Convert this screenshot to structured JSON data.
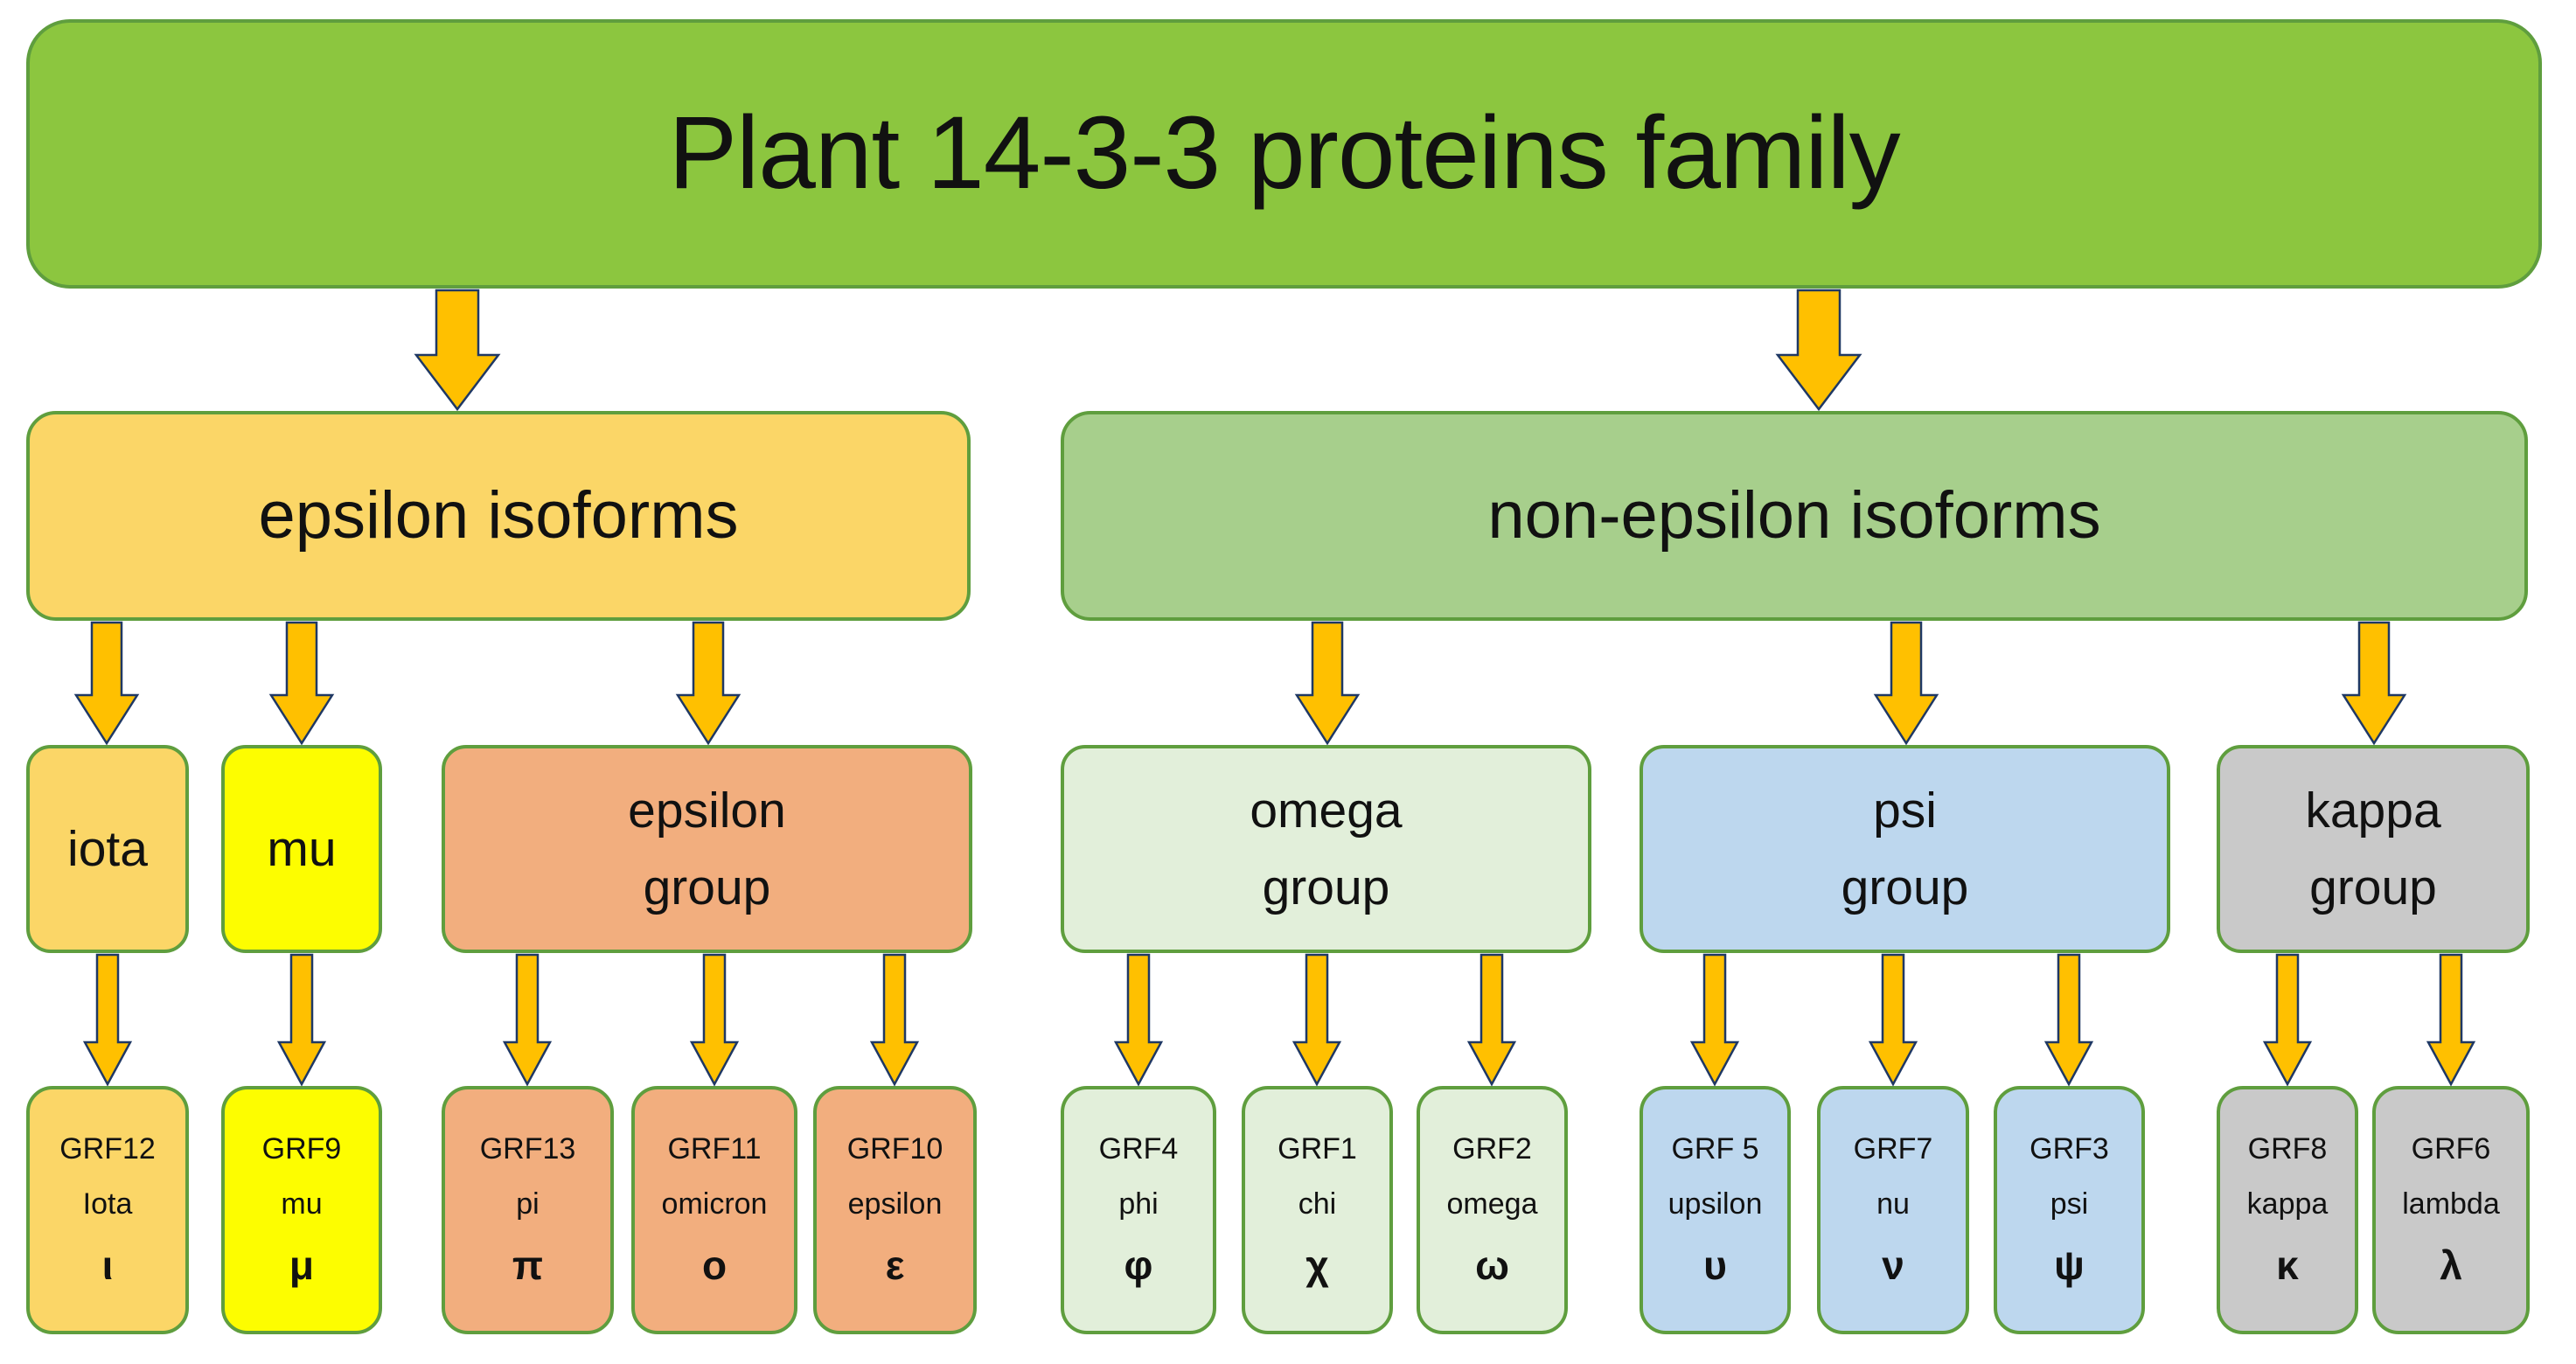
{
  "diagram": {
    "root": {
      "label": "Plant 14-3-3 proteins family"
    },
    "branches": [
      {
        "label": "epsilon isoforms"
      },
      {
        "label": "non-epsilon isoforms"
      }
    ],
    "groups": [
      {
        "lines": [
          "iota"
        ]
      },
      {
        "lines": [
          "mu"
        ]
      },
      {
        "lines": [
          "epsilon",
          "group"
        ]
      },
      {
        "lines": [
          "omega",
          "group"
        ]
      },
      {
        "lines": [
          "psi",
          "group"
        ]
      },
      {
        "lines": [
          "kappa",
          "group"
        ]
      }
    ],
    "proteins": [
      {
        "grf": "GRF12",
        "name": "Iota",
        "letter": "ι"
      },
      {
        "grf": "GRF9",
        "name": "mu",
        "letter": "μ"
      },
      {
        "grf": "GRF13",
        "name": "pi",
        "letter": "π"
      },
      {
        "grf": "GRF11",
        "name": "omicron",
        "letter": "ο"
      },
      {
        "grf": "GRF10",
        "name": "epsilon",
        "letter": "ε"
      },
      {
        "grf": "GRF4",
        "name": "phi",
        "letter": "φ"
      },
      {
        "grf": "GRF1",
        "name": "chi",
        "letter": "χ"
      },
      {
        "grf": "GRF2",
        "name": "omega",
        "letter": "ω"
      },
      {
        "grf": "GRF 5",
        "name": "upsilon",
        "letter": "υ"
      },
      {
        "grf": "GRF7",
        "name": "nu",
        "letter": "ν"
      },
      {
        "grf": "GRF3",
        "name": "psi",
        "letter": "ψ"
      },
      {
        "grf": "GRF8",
        "name": "kappa",
        "letter": "κ"
      },
      {
        "grf": "GRF6",
        "name": "lambda",
        "letter": "λ"
      }
    ]
  },
  "colors": {
    "root_green": "#8CC63F",
    "branch_green": "#A7CF8C",
    "gold": "#FBD667",
    "yellow": "#FDFD00",
    "salmon": "#F2AE7E",
    "pale_green": "#E2EFDA",
    "light_blue": "#BDD7EE",
    "gray": "#C9C9C9",
    "border_green": "#5F9E3E",
    "arrow_fill": "#FFC000",
    "arrow_outline": "#1F3864",
    "text": "#111111"
  }
}
